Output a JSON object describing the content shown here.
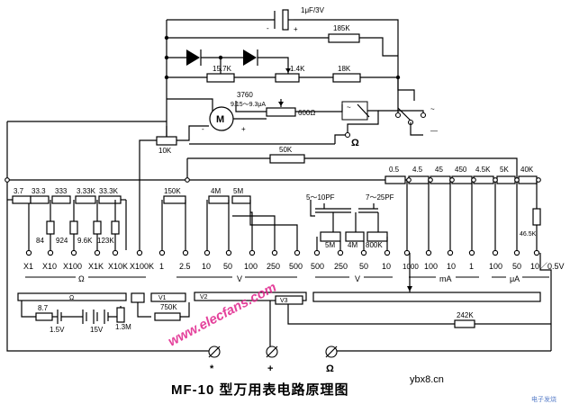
{
  "title": "MF-10 型万用表电路原理图",
  "watermark": "www.elecfans.com",
  "site": "ybx8.cn",
  "corner_mark": "电子发烧",
  "colors": {
    "watermark": "#e0218a",
    "corner": "#5a7fc9"
  },
  "top": {
    "capacitor": "1μF/3V",
    "cap_minus": "-",
    "cap_plus": "+",
    "r_185k": "185K",
    "r_15_7k": "15.7K",
    "r_1_4k": "1.4K",
    "r_18k": "18K"
  },
  "meter": {
    "symbol": "M",
    "r_3760": "3760",
    "current": "9.15～9.3μA",
    "r_600": "600Ω",
    "minus": "-",
    "plus": "+",
    "pot": "10K",
    "ac_symbol": "~",
    "ac_symbol2": "~",
    "dc_minus": "—",
    "ohm_symbol": "Ω"
  },
  "r_50k": "50K",
  "ohm_resistors": [
    "3.7",
    "33.3",
    "333",
    "3.33K",
    "33.3K"
  ],
  "ohm_shunts": [
    "84",
    "924",
    "9.6K",
    "123K"
  ],
  "volt_resistors": [
    "150K",
    "4M",
    "5M"
  ],
  "ac_caps": [
    "5～10PF",
    "7～25PF"
  ],
  "ac_resistors": [
    "5M",
    "4M",
    "800K"
  ],
  "current_resistors": [
    "0.5",
    "4.5",
    "45",
    "450",
    "4.5K",
    "5K",
    "40K"
  ],
  "r_46_5k": "46.5K",
  "ranges": {
    "ohm": [
      "X1",
      "X10",
      "X100",
      "X1K",
      "X10K",
      "X100K"
    ],
    "dcv": [
      "1",
      "2.5",
      "10",
      "50",
      "100",
      "250",
      "500"
    ],
    "acv": [
      "500",
      "250",
      "50",
      "10"
    ],
    "ma": [
      "1000",
      "100",
      "10",
      "1"
    ],
    "ua": [
      "100",
      "50",
      "10／0.5V"
    ]
  },
  "units": {
    "ohm": "Ω",
    "dcv": "V",
    "acv": "V",
    "ma": "mA",
    "ua": "μA"
  },
  "switch_labels": {
    "omega": "Ω",
    "v1": "V1",
    "v2": "V2",
    "v3": "V3"
  },
  "battery": {
    "r_8_7": "8.7",
    "b1": "1.5V",
    "b2": "15V",
    "r_1_3m": "1.3M",
    "r_750k": "750K",
    "r_242k": "242K"
  },
  "terminals": {
    "common": "*",
    "plus": "+",
    "ohm": "Ω"
  }
}
